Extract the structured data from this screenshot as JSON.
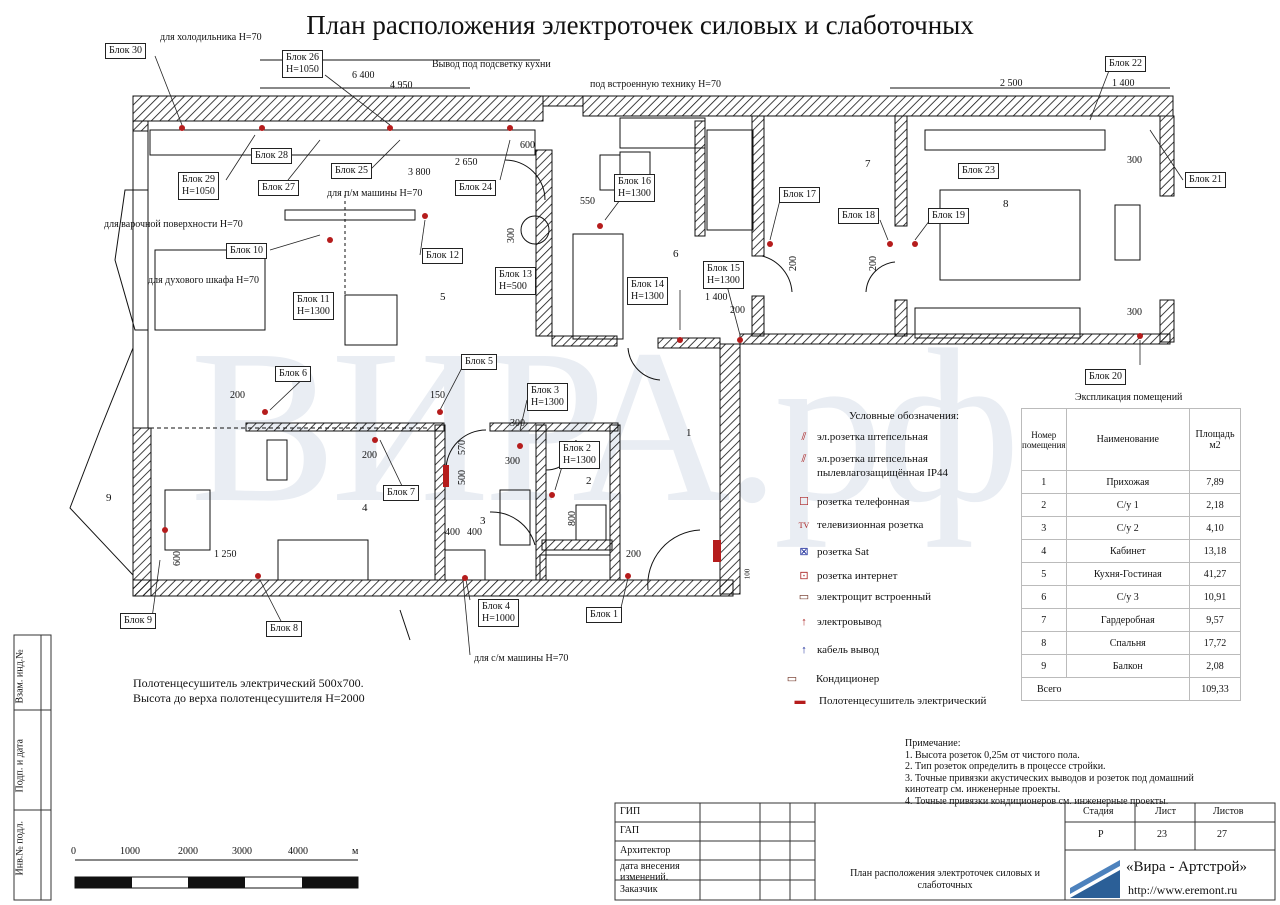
{
  "title": "План расположения электроточек силовых и слаботочных",
  "watermark": "ВИРА.рф",
  "blocks": [
    {
      "id": "b30",
      "line1": "Блок 30"
    },
    {
      "id": "b26",
      "line1": "Блок 26",
      "line2": "H=1050"
    },
    {
      "id": "b22",
      "line1": "Блок 22"
    },
    {
      "id": "b28",
      "line1": "Блок 28"
    },
    {
      "id": "b25",
      "line1": "Блок 25"
    },
    {
      "id": "b27",
      "line1": "Блок 27"
    },
    {
      "id": "b29",
      "line1": "Блок 29",
      "line2": "H=1050"
    },
    {
      "id": "b24",
      "line1": "Блок 24"
    },
    {
      "id": "b16",
      "line1": "Блок 16",
      "line2": "H=1300"
    },
    {
      "id": "b17",
      "line1": "Блок 17"
    },
    {
      "id": "b18",
      "line1": "Блок 18"
    },
    {
      "id": "b19",
      "line1": "Блок 19"
    },
    {
      "id": "b23",
      "line1": "Блок 23"
    },
    {
      "id": "b21",
      "line1": "Блок 21"
    },
    {
      "id": "b10",
      "line1": "Блок 10"
    },
    {
      "id": "b12",
      "line1": "Блок 12"
    },
    {
      "id": "b13",
      "line1": "Блок 13",
      "line2": "H=500"
    },
    {
      "id": "b11",
      "line1": "Блок 11",
      "line2": "H=1300"
    },
    {
      "id": "b14",
      "line1": "Блок 14",
      "line2": "H=1300"
    },
    {
      "id": "b15",
      "line1": "Блок 15",
      "line2": "H=1300"
    },
    {
      "id": "b20",
      "line1": "Блок 20"
    },
    {
      "id": "b6",
      "line1": "Блок 6"
    },
    {
      "id": "b5",
      "line1": "Блок 5"
    },
    {
      "id": "b3",
      "line1": "Блок 3",
      "line2": "H=1300"
    },
    {
      "id": "b2",
      "line1": "Блок 2",
      "line2": "H=1300"
    },
    {
      "id": "b7",
      "line1": "Блок 7"
    },
    {
      "id": "b9",
      "line1": "Блок 9"
    },
    {
      "id": "b8",
      "line1": "Блок 8"
    },
    {
      "id": "b4",
      "line1": "Блок 4",
      "line2": "H=1000"
    },
    {
      "id": "b1",
      "line1": "Блок 1"
    }
  ],
  "labels": {
    "fridge": "для холодильника H=70",
    "kitchen_light": "Вывод под подсветку кухни",
    "builtin": "под встроенную технику H=70",
    "dishwasher": "для п/м машины H=70",
    "cooktop": "для варочной поверхности H=70",
    "oven": "для духового шкафа H=70",
    "washer": "для с/м машины H=70",
    "towel_note1": "Полотенцесушитель электрический  500х700.",
    "towel_note2": "Высота до верха полотенцесушителя H=2000"
  },
  "dims": [
    "6 400",
    "4 950",
    "3 800",
    "2 650",
    "600",
    "550",
    "300",
    "2 500",
    "1 400",
    "300",
    "300",
    "200",
    "200",
    "1 400",
    "200",
    "200",
    "150",
    "570",
    "500",
    "300",
    "200",
    "800",
    "400",
    "400",
    "600",
    "1 250",
    "200",
    "100",
    "300"
  ],
  "rooms": [
    "1",
    "2",
    "3",
    "4",
    "5",
    "6",
    "7",
    "8",
    "9"
  ],
  "legend": {
    "heading": "Условные обозначения:",
    "items": [
      {
        "sym": "⫽",
        "text": "эл.розетка штепсельная"
      },
      {
        "sym": "⫽",
        "text": "эл.розетка штепсельная"
      },
      {
        "sym": "",
        "text": "пылевлагозащищённая IP44"
      },
      {
        "sym": "☐",
        "text": "розетка  телефонная"
      },
      {
        "sym": "TV",
        "text": "телевизионная розетка"
      },
      {
        "sym": "⊠",
        "text": "розетка Sat"
      },
      {
        "sym": "⊡",
        "text": "розетка интернет"
      },
      {
        "sym": "▭",
        "text": "электрощит встроенный"
      },
      {
        "sym": "↑",
        "text": "электровывод"
      },
      {
        "sym": "↑",
        "text": "кабель вывод"
      },
      {
        "sym": "▭",
        "text": "Кондиционер"
      },
      {
        "sym": "▬",
        "text": "Полотенцесушитель электрический"
      }
    ]
  },
  "explication": {
    "title": "Экспликация  помещений",
    "col_num": "Номер помещения",
    "col_name": "Наименование",
    "col_area": "Площадь м2",
    "rows": [
      {
        "n": "1",
        "name": "Прихожая",
        "area": "7,89"
      },
      {
        "n": "2",
        "name": "С/у 1",
        "area": "2,18"
      },
      {
        "n": "3",
        "name": "С/у 2",
        "area": "4,10"
      },
      {
        "n": "4",
        "name": "Кабинет",
        "area": "13,18"
      },
      {
        "n": "5",
        "name": "Кухня-Гостиная",
        "area": "41,27"
      },
      {
        "n": "6",
        "name": "С/у 3",
        "area": "10,91"
      },
      {
        "n": "7",
        "name": "Гардеробная",
        "area": "9,57"
      },
      {
        "n": "8",
        "name": "Спальня",
        "area": "17,72"
      },
      {
        "n": "9",
        "name": "Балкон",
        "area": "2,08"
      }
    ],
    "total_label": "Всего",
    "total": "109,33"
  },
  "notes": {
    "heading": "Примечание:",
    "lines": [
      "1. Высота розеток 0,25м от чистого пола.",
      "2. Тип розеток определить в процессе стройки.",
      "3. Точные привязки акустических выводов и розеток под домашний",
      "кинотеатр см. инженерные проекты.",
      "4. Точные привязки кондиционеров см. инженерные проекты."
    ]
  },
  "title_block": {
    "rows": [
      "ГИП",
      "ГАП",
      "Архитектор",
      "дата  внесения изменений.",
      "Заказчик"
    ],
    "sheet_title": "План расположения электроточек силовых и слаботочных",
    "stage_label": "Стадия",
    "sheet_label": "Лист",
    "sheets_label": "Листов",
    "stage": "Р",
    "sheet": "23",
    "sheets": "27",
    "company": "«Вира - Артстрой»",
    "url": "http://www.eremont.ru"
  },
  "side_stamp": [
    "Инв.№ подл.",
    "Подп. и дата",
    "Взам. инд.№"
  ],
  "scale": {
    "ticks": [
      "0",
      "1000",
      "2000",
      "3000",
      "4000"
    ],
    "unit": "м"
  }
}
